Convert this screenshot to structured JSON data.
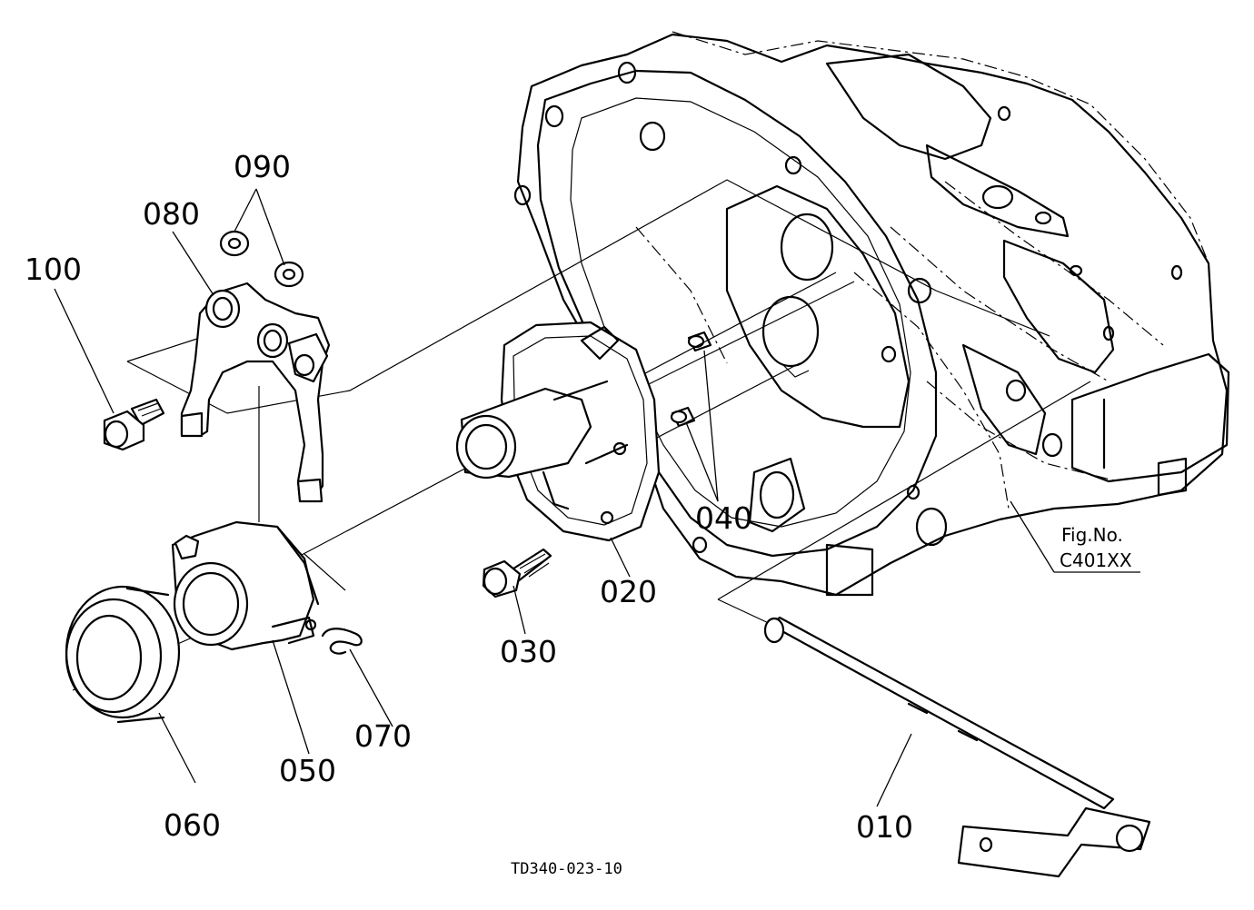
{
  "callouts": {
    "c010": "010",
    "c020": "020",
    "c030": "030",
    "c040": "040",
    "c050": "050",
    "c060": "060",
    "c070": "070",
    "c080": "080",
    "c090": "090",
    "c100": "100"
  },
  "figure": {
    "label": "Fig.No.",
    "number": "C401XX"
  },
  "drawing_number": "TD340-023-10"
}
